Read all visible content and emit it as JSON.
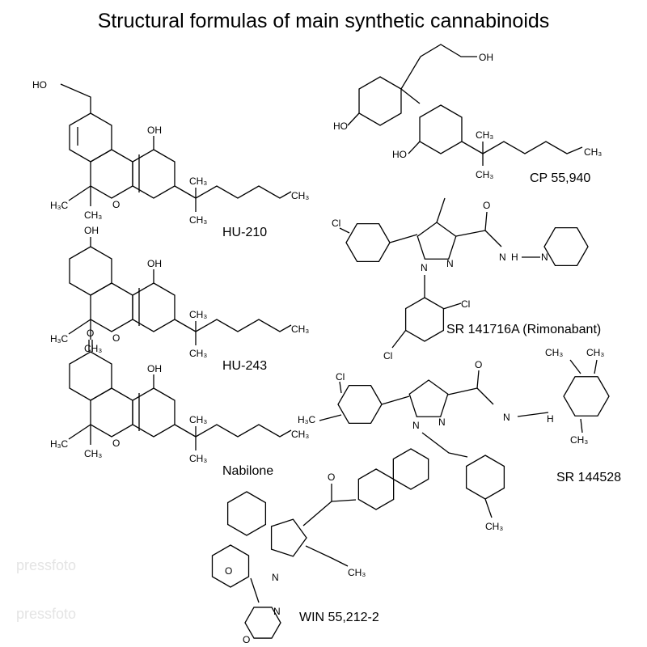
{
  "title": "Structural formulas of main synthetic cannabinoids",
  "watermark": "pressfoto",
  "compounds": {
    "hu210": {
      "name": "HU-210",
      "labels": [
        "HO",
        "OH",
        "H₃C",
        "O",
        "CH₃",
        "CH₃",
        "CH₃",
        "CH₃"
      ]
    },
    "hu243": {
      "name": "HU-243",
      "labels": [
        "OH",
        "OH",
        "H₃C",
        "O",
        "CH₃",
        "CH₃",
        "CH₃",
        "CH₃"
      ]
    },
    "nabilone": {
      "name": "Nabilone",
      "labels": [
        "O",
        "OH",
        "H₃C",
        "O",
        "CH₃",
        "CH₃",
        "CH₃",
        "CH₃"
      ]
    },
    "cp55940": {
      "name": "CP 55,940",
      "labels": [
        "OH",
        "HO",
        "HO",
        "CH₃",
        "CH₃",
        "CH₃"
      ]
    },
    "rimonabant": {
      "name": "SR 141716A (Rimonabant)",
      "labels": [
        "Cl",
        "O",
        "N",
        "N",
        "H",
        "N",
        "N",
        "Cl",
        "Cl"
      ]
    },
    "sr144528": {
      "name": "SR 144528",
      "labels": [
        "Cl",
        "H₃C",
        "O",
        "N",
        "N",
        "N",
        "H",
        "CH₃",
        "CH₃",
        "CH₃",
        "CH₃"
      ]
    },
    "win55212": {
      "name": "WIN 55,212-2",
      "labels": [
        "O",
        "O",
        "N",
        "CH₃",
        "N",
        "O"
      ]
    }
  }
}
